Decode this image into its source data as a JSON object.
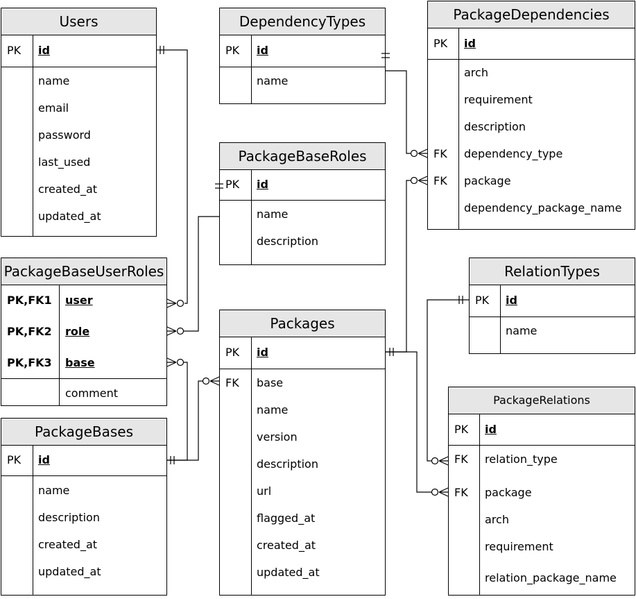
{
  "tables": {
    "users": {
      "title": "Users",
      "pk_label": "PK",
      "pk_field": "id",
      "fields": [
        "name",
        "email",
        "password",
        "last_used",
        "created_at",
        "updated_at"
      ]
    },
    "dependency_types": {
      "title": "DependencyTypes",
      "pk_label": "PK",
      "pk_field": "id",
      "fields": [
        "name"
      ]
    },
    "package_dependencies": {
      "title": "PackageDependencies",
      "pk_label": "PK",
      "pk_field": "id",
      "fields": [
        "arch",
        "requirement",
        "description",
        "dependency_type",
        "package",
        "dependency_package_name"
      ],
      "fk_label": "FK"
    },
    "package_base_roles": {
      "title": "PackageBaseRoles",
      "pk_label": "PK",
      "pk_field": "id",
      "fields": [
        "name",
        "description"
      ]
    },
    "package_base_user_roles": {
      "title": "PackageBaseUserRoles",
      "keys": [
        {
          "label": "PK,FK1",
          "field": "user"
        },
        {
          "label": "PK,FK2",
          "field": "role"
        },
        {
          "label": "PK,FK3",
          "field": "base"
        }
      ],
      "fields": [
        "comment"
      ]
    },
    "relation_types": {
      "title": "RelationTypes",
      "pk_label": "PK",
      "pk_field": "id",
      "fields": [
        "name"
      ]
    },
    "packages": {
      "title": "Packages",
      "pk_label": "PK",
      "pk_field": "id",
      "fk_label": "FK",
      "fields": [
        "base",
        "name",
        "version",
        "description",
        "url",
        "flagged_at",
        "created_at",
        "updated_at"
      ]
    },
    "package_bases": {
      "title": "PackageBases",
      "pk_label": "PK",
      "pk_field": "id",
      "fields": [
        "name",
        "description",
        "created_at",
        "updated_at"
      ]
    },
    "package_relations": {
      "title": "PackageRelations",
      "pk_label": "PK",
      "pk_field": "id",
      "fk_label": "FK",
      "fields": [
        "relation_type",
        "package",
        "arch",
        "requirement",
        "relation_package_name"
      ]
    }
  }
}
